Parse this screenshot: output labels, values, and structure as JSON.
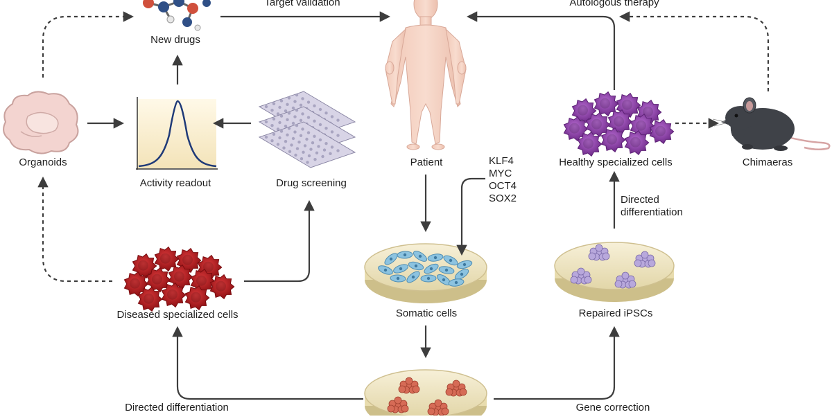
{
  "labels": {
    "new_drugs": "New drugs",
    "target_validation": "Target validation",
    "autologous_therapy": "Autologous therapy",
    "organoids": "Organoids",
    "activity_readout": "Activity readout",
    "drug_screening": "Drug screening",
    "patient": "Patient",
    "healthy_cells": "Healthy specialized cells",
    "chimaeras": "Chimaeras",
    "diseased_cells": "Diseased specialized cells",
    "somatic_cells": "Somatic cells",
    "repaired_ipscs": "Repaired iPSCs",
    "directed_differentiation_right": [
      "Directed",
      "differentiation"
    ],
    "directed_differentiation_bottom": "Directed differentiation",
    "gene_correction": "Gene correction"
  },
  "reprogramming_factors": [
    "KLF4",
    "MYC",
    "OCT4",
    "SOX2"
  ],
  "colors": {
    "arrow": "#3d3d3d",
    "diseased_cells": "#b3181c",
    "healthy_cells": "#8e3da8",
    "somatic_cells": "#7fb8d8",
    "ipsc_colonies": "#c7543f",
    "repaired_colonies": "#9d8ac4",
    "dish": "#f0e8c8",
    "skin": "#f5d2c4",
    "mouse": "#3f4248",
    "curve": "#1f3a78",
    "drug_plates": "#a8a4c0"
  }
}
